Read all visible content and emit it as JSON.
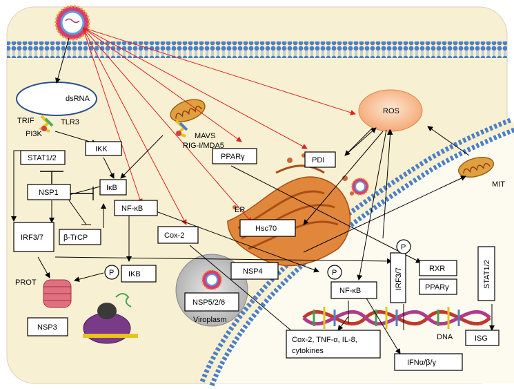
{
  "labels": {
    "dsrna": "dsRNA",
    "trif": "TRIF",
    "tlr3": "TLR3",
    "pi3k": "PI3K",
    "mavs": "MAVS",
    "rig": "RIG-I/MDA5",
    "ros": "ROS",
    "er": "ER",
    "mit": "MIT",
    "prot": "PROT",
    "viroplasm": "Viroplasm",
    "dna": "DNA",
    "p1": "P",
    "p2": "P",
    "p3": "P"
  },
  "boxes": {
    "stat12_left": "STAT1/2",
    "ikk": "IKK",
    "nsp1": "NSP1",
    "ikb_mid": "IκB",
    "nfkb_mid": "NF-κB",
    "irf37_left": "IRF3/7",
    "btrcp": "β-TrCP",
    "cox2": "Cox-2",
    "ikb_low": "IKB",
    "nsp3": "NSP3",
    "ppar_top": "PPARγ",
    "pdi": "PDI",
    "hsc70": "Hsc70",
    "nsp4": "NSP4",
    "nsp526": "NSP5/2/6",
    "nfkb_nuc": "NF-κB",
    "irf37_nuc": "IRF3/7",
    "rxr": "RXR",
    "ppar_nuc": "PPARγ",
    "stat12_nuc": "STAT1/2",
    "isg": "ISG",
    "cytokines_l1": "Cox-2, TNF-α, IL-8,",
    "cytokines_l2": "cytokines",
    "ifn": "IFNα/β/γ"
  },
  "colors": {
    "cell": "#f8f0d2",
    "membrane": "#4d7fc4",
    "red_arrow": "#e02020",
    "er": "#c8661e",
    "ros": "#f6b88a",
    "viroplasm": "#cfcfcf",
    "nucleus": "#fdfbf0"
  }
}
